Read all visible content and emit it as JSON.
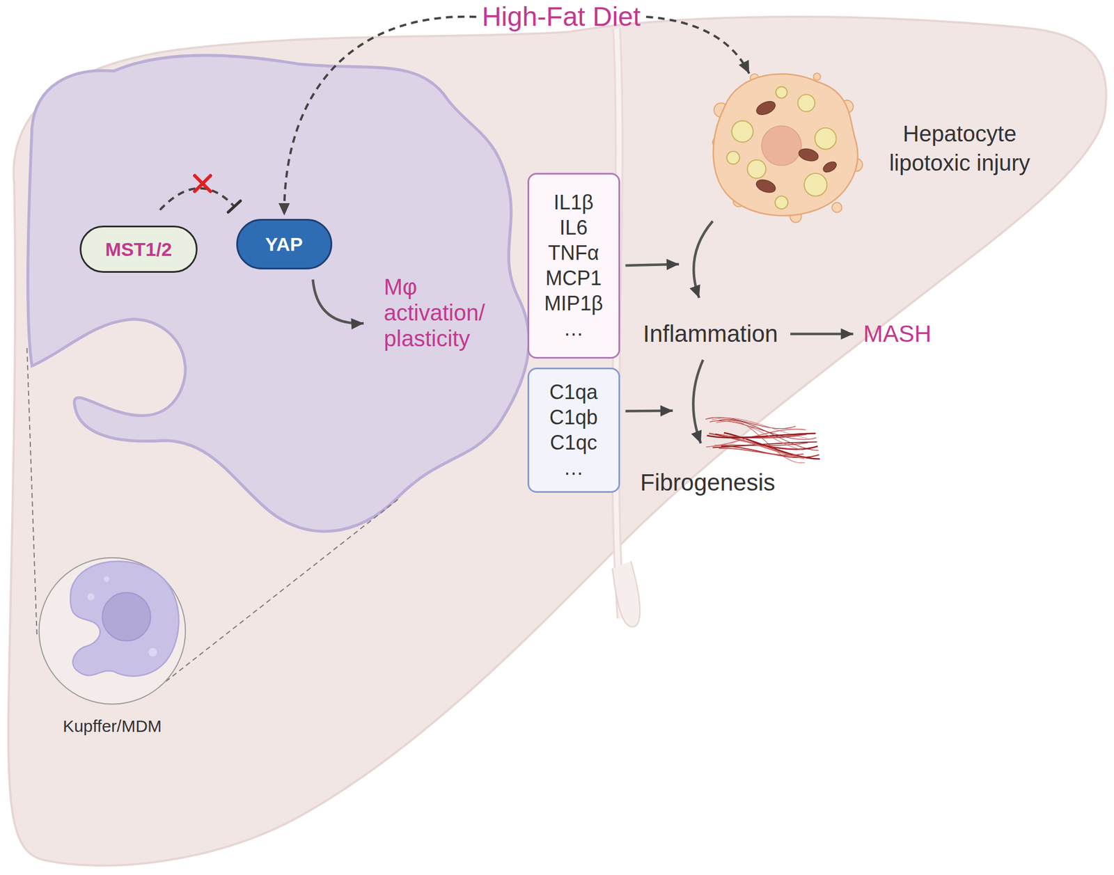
{
  "diagram": {
    "nodes": [
      {
        "text": [
          "High-Fat Diet"
        ]
      },
      {
        "text": [
          "MST1/2"
        ]
      },
      {
        "text": [
          "YAP"
        ]
      },
      {
        "text": [
          "Mφ activation/ plasticity"
        ]
      },
      {
        "text": [
          "IL1β",
          "IL6",
          "TNFα",
          "MCP1",
          "MIP1β",
          "…"
        ]
      },
      {
        "text": [
          "C1qa",
          "C1qb",
          "C1qc",
          "…"
        ]
      },
      {
        "text": [
          "Hepatocyte lipotoxic injury"
        ]
      },
      {
        "text": [
          "Inflammation"
        ]
      },
      {
        "text": [
          "MASH"
        ]
      },
      {
        "text": [
          "Fibrogenesis"
        ]
      }
    ],
    "edges": [
      {
        "from": 0,
        "to": 2,
        "arrow": "to"
      },
      {
        "from": 0,
        "to": 6,
        "arrow": "to"
      },
      {
        "from": 1,
        "to": 2,
        "arrow": "to"
      },
      {
        "from": 2,
        "to": 3,
        "arrow": "to"
      },
      {
        "from": 4,
        "to": 7,
        "arrow": "to"
      },
      {
        "from": 5,
        "to": 9,
        "arrow": "to"
      },
      {
        "from": 6,
        "to": 7,
        "arrow": "to"
      },
      {
        "from": 7,
        "to": 8,
        "arrow": "to"
      },
      {
        "from": 7,
        "to": 9,
        "arrow": "to"
      }
    ],
    "labels": [
      "Kupffer/MDM"
    ]
  }
}
